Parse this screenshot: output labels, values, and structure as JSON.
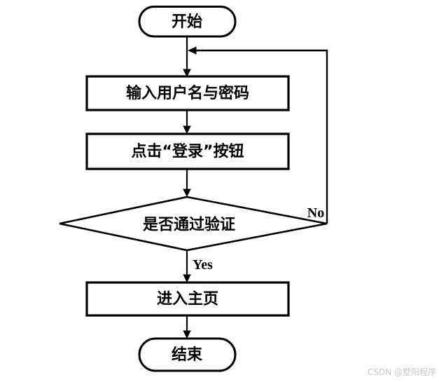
{
  "diagram": {
    "title_semantic": "login-flowchart",
    "background_color": "#ffffff",
    "stroke_color": "#000000",
    "nodes": [
      {
        "id": "start",
        "type": "terminator",
        "label": "开始"
      },
      {
        "id": "input-credentials",
        "type": "process",
        "label": "输入用户名与密码"
      },
      {
        "id": "click-login",
        "type": "process",
        "label": "点击“登录”按钮"
      },
      {
        "id": "verify",
        "type": "decision",
        "label": "是否通过验证"
      },
      {
        "id": "enter-home",
        "type": "process",
        "label": "进入主页"
      },
      {
        "id": "end",
        "type": "terminator",
        "label": "结束"
      }
    ],
    "edge_labels": {
      "yes": "Yes",
      "no": "No"
    },
    "watermark": {
      "text": "CSDN @墅阳程序",
      "color": "#c9c6c6"
    }
  }
}
